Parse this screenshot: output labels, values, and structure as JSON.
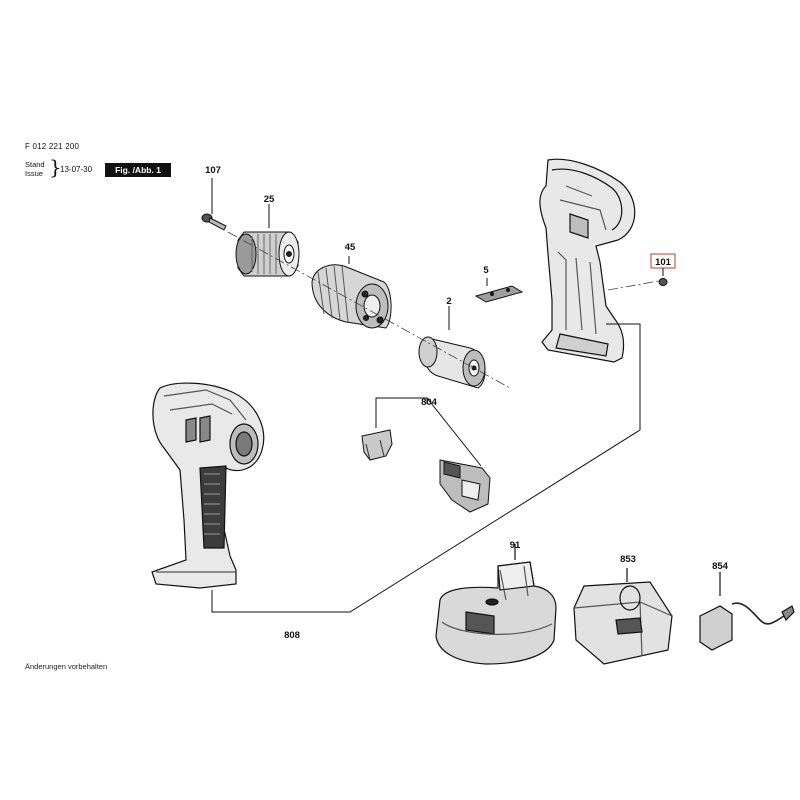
{
  "header": {
    "doc_id": "F 012 221 200",
    "stand_label": "Stand",
    "issue_label": "Issue",
    "date": "13-07-30",
    "fig_label": "Fig. /Abb. 1"
  },
  "parts": [
    {
      "id": "107"
    },
    {
      "id": "25"
    },
    {
      "id": "45"
    },
    {
      "id": "5"
    },
    {
      "id": "2"
    },
    {
      "id": "101"
    },
    {
      "id": "804"
    },
    {
      "id": "808"
    },
    {
      "id": "91"
    },
    {
      "id": "853"
    },
    {
      "id": "854"
    }
  ],
  "footer": {
    "note": "Änderungen vorbehalten"
  }
}
